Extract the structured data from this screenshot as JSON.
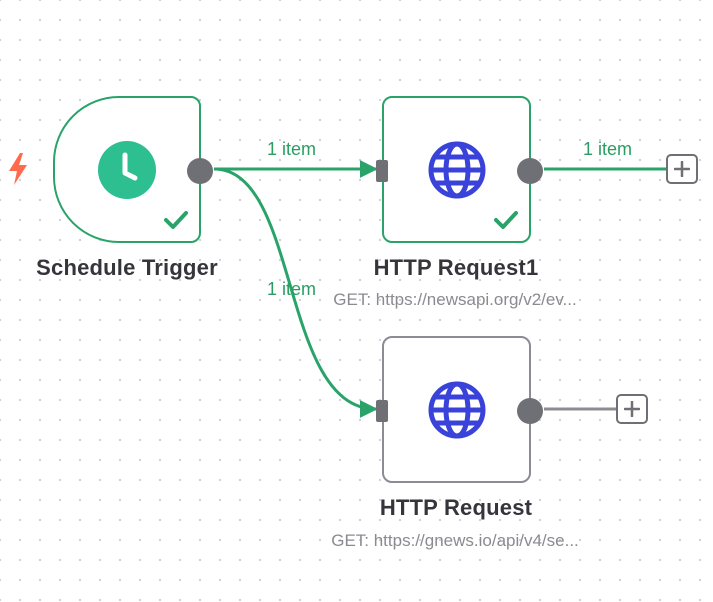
{
  "canvas": {
    "nodes": {
      "schedule_trigger": {
        "label": "Schedule Trigger",
        "icon": "clock-icon",
        "status": "success",
        "icon_color": "#2dbf8f"
      },
      "http_request1": {
        "label": "HTTP Request1",
        "subtitle": "GET: https://newsapi.org/v2/ev...",
        "icon": "globe-icon",
        "status": "success",
        "icon_color": "#3a43d9"
      },
      "http_request": {
        "label": "HTTP Request",
        "subtitle": "GET: https://gnews.io/api/v4/se...",
        "icon": "globe-icon",
        "status": "idle",
        "icon_color": "#3a43d9"
      }
    },
    "connections": [
      {
        "from": "Schedule Trigger",
        "to": "HTTP Request1",
        "label": "1 item"
      },
      {
        "from": "Schedule Trigger",
        "to": "HTTP Request",
        "label": "1 item"
      },
      {
        "from": "HTTP Request1",
        "to": "add-node",
        "label": "1 item"
      },
      {
        "from": "HTTP Request",
        "to": "add-node",
        "label": ""
      }
    ],
    "trigger_marker_icon": "lightning-bolt-icon",
    "colors": {
      "success": "#29a36a",
      "idle_border": "#8c8c94",
      "connector": "#6f6f76",
      "trigger_marker": "#ff6a4d"
    }
  }
}
